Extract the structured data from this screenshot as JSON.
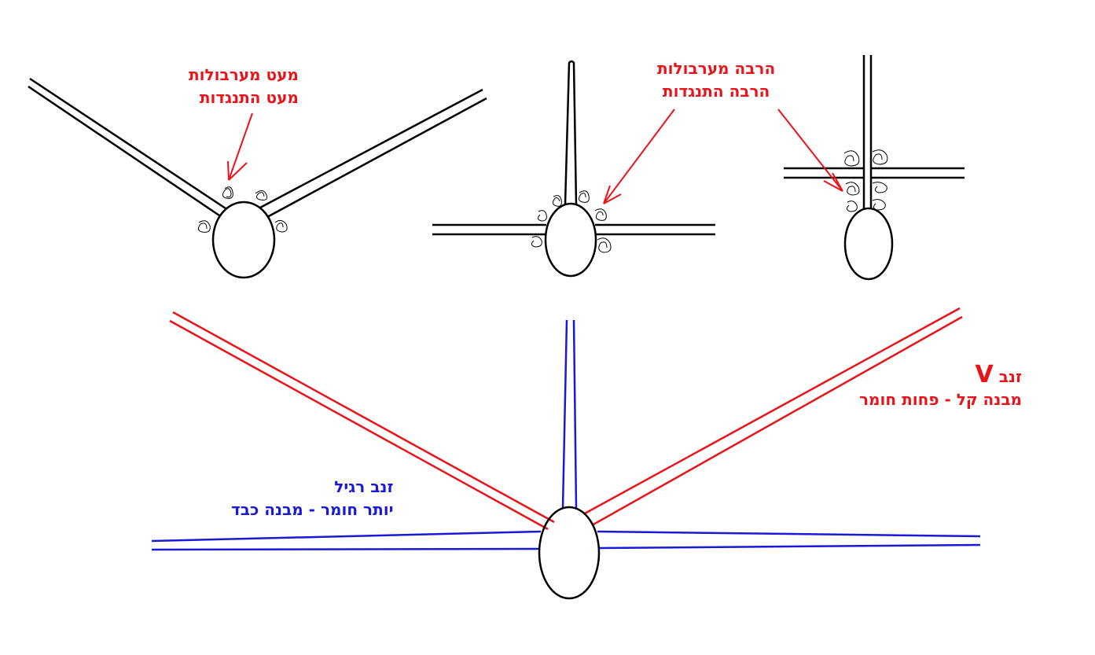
{
  "colors": {
    "ink": "#000000",
    "red": "#e8141a",
    "blue": "#1a1ad6",
    "background": "#ffffff"
  },
  "labels": {
    "little": {
      "line1": "מעט מערבולות",
      "line2": "מעט התנגדות"
    },
    "much": {
      "line1": "הרבה מערבולות",
      "line2": "הרבה התנגדות"
    },
    "v_tail": {
      "title_word": "זנב",
      "title_letter": "V",
      "line2": "מבנה קל - פחות חומר"
    },
    "regular_tail": {
      "line1": "זנב רגיל",
      "line2": "יותר חומר - מבנה כבד"
    }
  }
}
